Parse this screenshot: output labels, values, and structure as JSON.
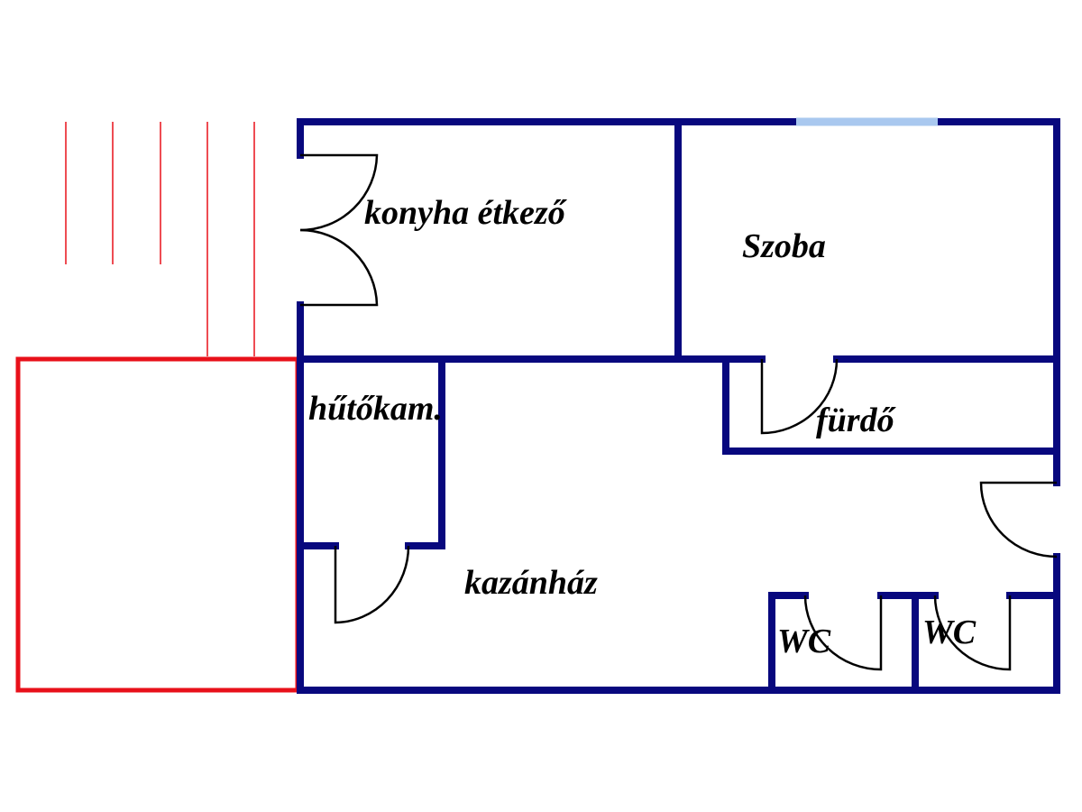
{
  "rooms": {
    "kitchen": "konyha étkező",
    "room": "Szoba",
    "cold_room": "hűtőkam.",
    "boiler_room": "kazánház",
    "bathroom": "fürdő",
    "wc1": "WC",
    "wc2": "WC"
  },
  "colors": {
    "wall": "#08087e",
    "terrace": "#e8101a",
    "window": "#a9c8ef",
    "door": "#000000"
  }
}
